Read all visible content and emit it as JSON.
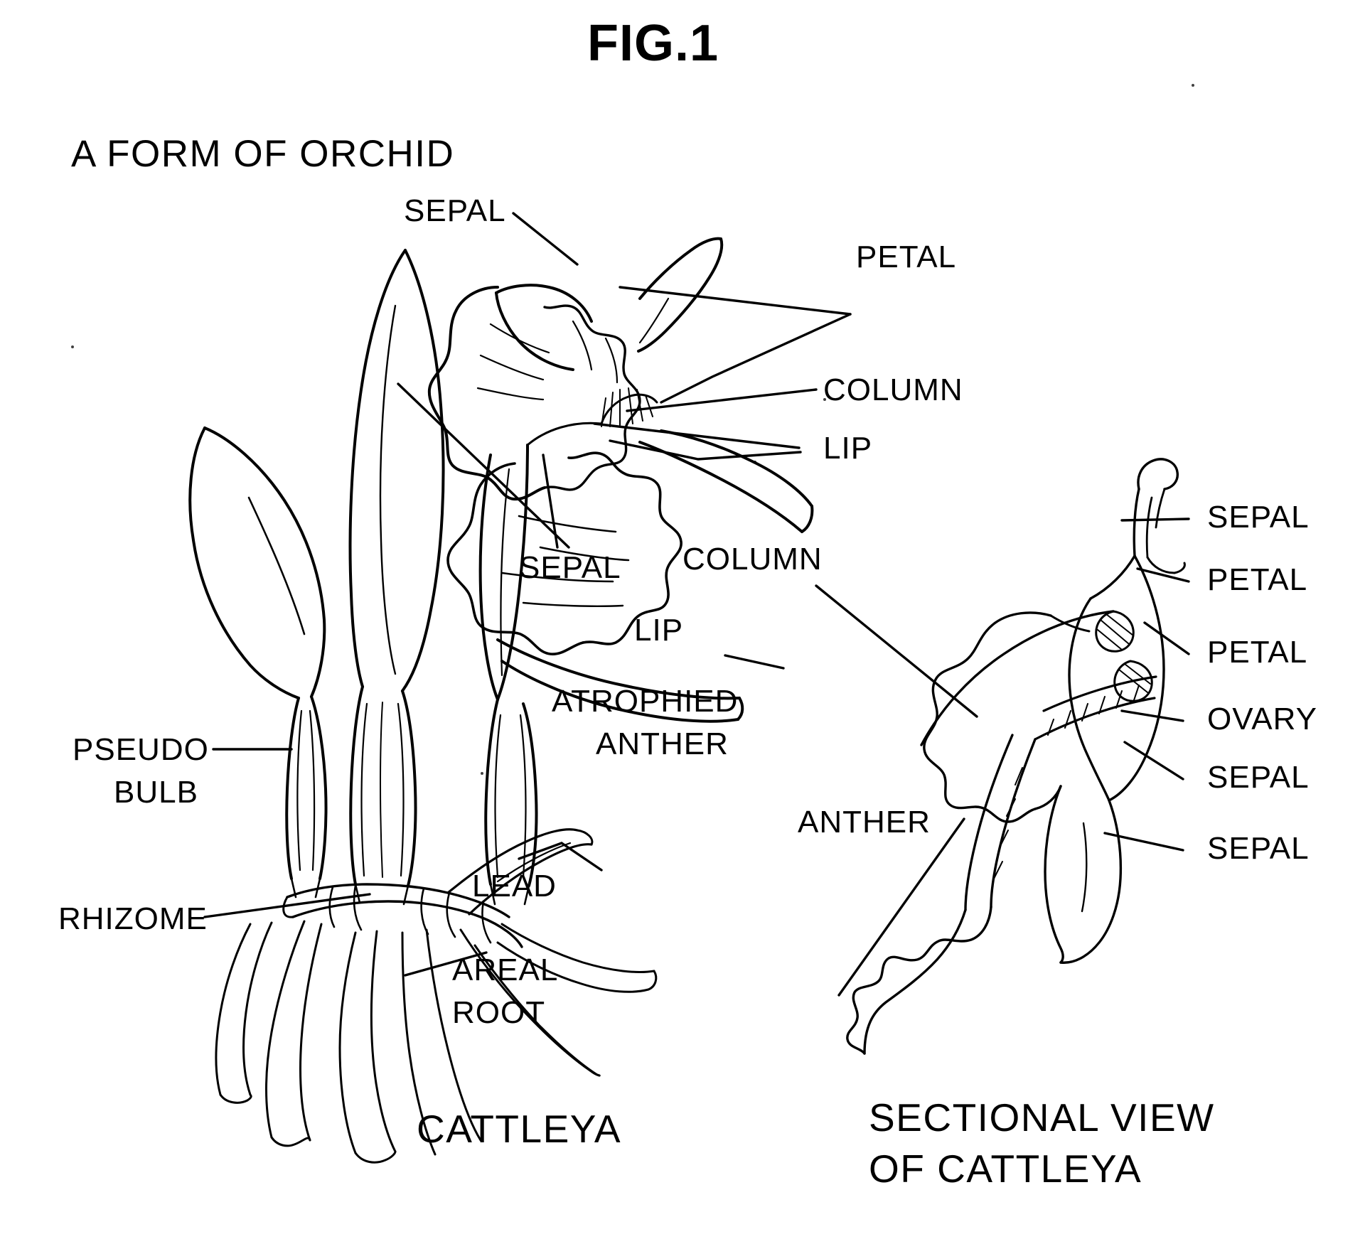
{
  "figure": {
    "title": "FIG.1",
    "subtitle": "A FORM OF ORCHID"
  },
  "left_diagram": {
    "caption": "CATTLEYA",
    "labels": [
      {
        "id": "sepal-top",
        "text": "SEPAL"
      },
      {
        "id": "petal-top",
        "text": "PETAL"
      },
      {
        "id": "column",
        "text": "COLUMN"
      },
      {
        "id": "lip",
        "text": "LIP"
      },
      {
        "id": "sepal-lower",
        "text": "SEPAL"
      },
      {
        "id": "pseudo",
        "text": "PSEUDO"
      },
      {
        "id": "bulb",
        "text": "BULB"
      },
      {
        "id": "rhizome",
        "text": "RHIZOME"
      },
      {
        "id": "lead",
        "text": "LEAD"
      },
      {
        "id": "areal",
        "text": "AREAL"
      },
      {
        "id": "root",
        "text": "ROOT"
      }
    ]
  },
  "right_diagram": {
    "caption_line1": "SECTIONAL VIEW",
    "caption_line2": "OF CATTLEYA",
    "labels": [
      {
        "id": "column",
        "text": "COLUMN"
      },
      {
        "id": "lip",
        "text": "LIP"
      },
      {
        "id": "atrophied",
        "text": "ATROPHIED"
      },
      {
        "id": "anther-atrophied",
        "text": "ANTHER"
      },
      {
        "id": "anther",
        "text": "ANTHER"
      },
      {
        "id": "sepal-1",
        "text": "SEPAL"
      },
      {
        "id": "petal-1",
        "text": "PETAL"
      },
      {
        "id": "petal-2",
        "text": "PETAL"
      },
      {
        "id": "ovary",
        "text": "OVARY"
      },
      {
        "id": "sepal-2",
        "text": "SEPAL"
      },
      {
        "id": "sepal-3",
        "text": "SEPAL"
      }
    ]
  },
  "style": {
    "ink": "#000000",
    "paper": "#ffffff"
  }
}
